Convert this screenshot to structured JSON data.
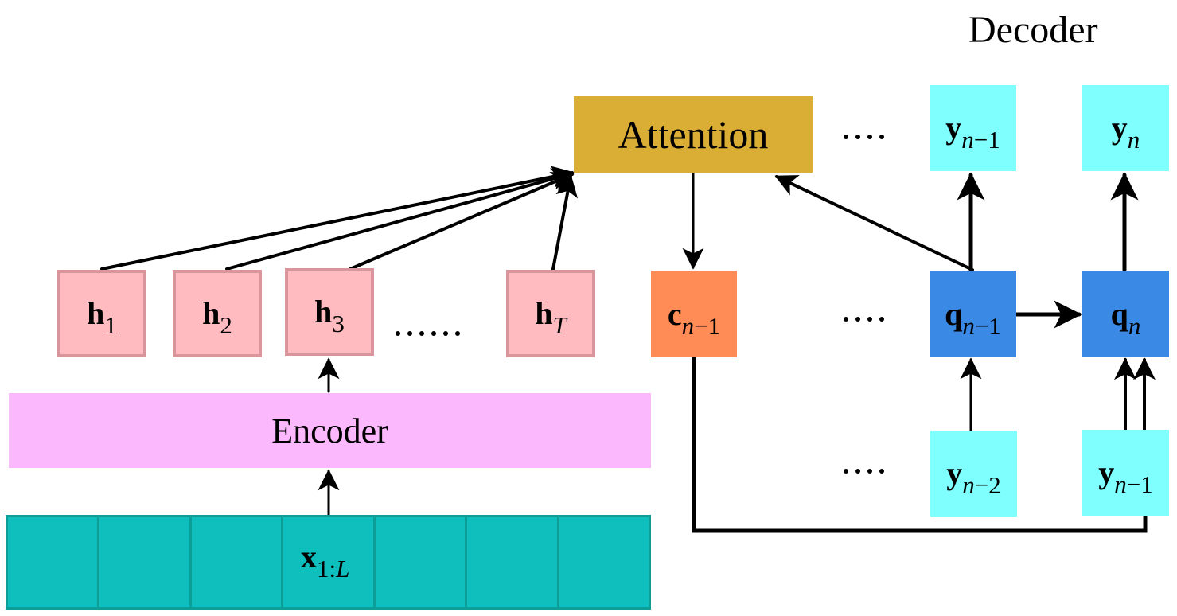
{
  "title": "Decoder",
  "attention": {
    "label": "Attention",
    "color": "#daad35"
  },
  "encoder": {
    "label": "Encoder",
    "color": "#fcb8fc"
  },
  "hidden_states": [
    {
      "base": "h",
      "sub": "1",
      "sub_italic": false
    },
    {
      "base": "h",
      "sub": "2",
      "sub_italic": false
    },
    {
      "base": "h",
      "sub": "3",
      "sub_italic": false
    },
    {
      "base": "h",
      "sub": "T",
      "sub_italic": true
    }
  ],
  "context": {
    "base": "c",
    "sub_var": "n",
    "sub_rest": "−1",
    "color": "#ff8c57"
  },
  "decoder_states": [
    {
      "base": "q",
      "sub_var": "n",
      "sub_rest": "−1"
    },
    {
      "base": "q",
      "sub_var": "n",
      "sub_rest": ""
    }
  ],
  "outputs_top": [
    {
      "base": "y",
      "sub_var": "n",
      "sub_rest": "−1"
    },
    {
      "base": "y",
      "sub_var": "n",
      "sub_rest": ""
    }
  ],
  "outputs_bottom": [
    {
      "base": "y",
      "sub_var": "n",
      "sub_rest": "−2"
    },
    {
      "base": "y",
      "sub_var": "n",
      "sub_rest": "−1"
    }
  ],
  "input": {
    "base": "x",
    "sub_num": "1:",
    "sub_var": "L",
    "cells": 7,
    "color": "#0fbfbd"
  },
  "colors": {
    "hidden": "#ffbbbf",
    "decoder_state": "#3a89e5",
    "output": "#80ffff"
  }
}
